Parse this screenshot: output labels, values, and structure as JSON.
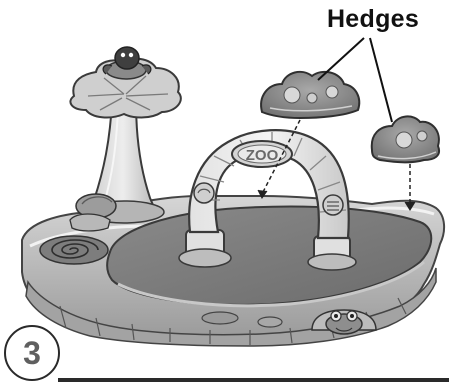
{
  "callout": {
    "label": "Hedges"
  },
  "arch": {
    "sign_text": "ZOO"
  },
  "step": {
    "number": "3"
  },
  "icons": {
    "bird": "bird-figure-icon",
    "leaf_tree": "leaf-tree-icon",
    "hedge": "hedge-piece-icon",
    "frog": "frog-figure-icon",
    "spiral": "spiral-pad-icon"
  }
}
